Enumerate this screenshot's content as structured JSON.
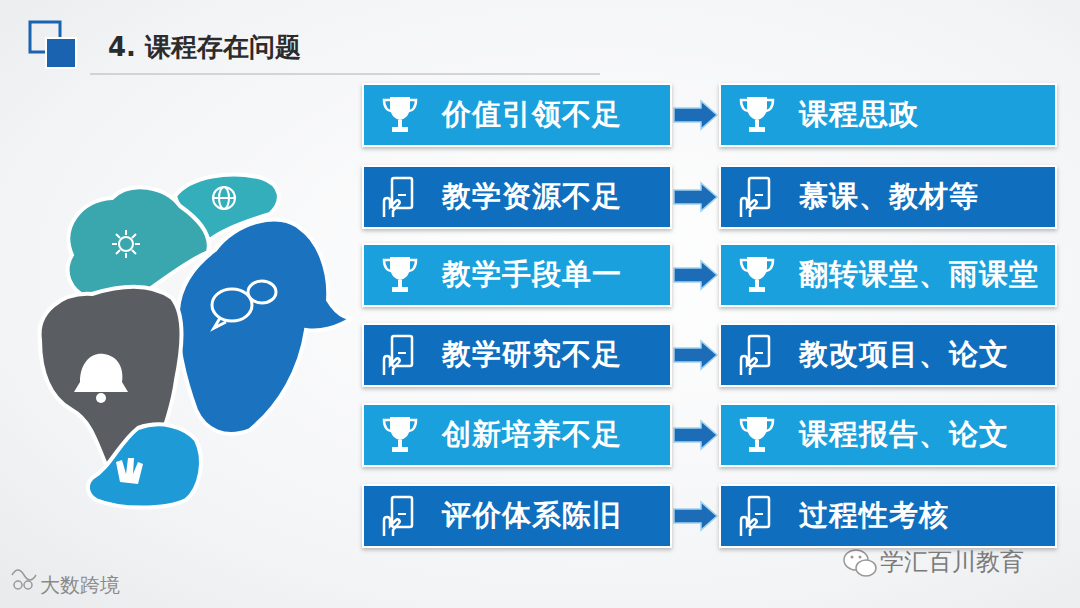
{
  "diagram": {
    "title": "4. 课程存在问题",
    "nodes": [
      {
        "text": [
          "价值引领不足"
        ]
      },
      {
        "text": [
          "课程思政"
        ]
      },
      {
        "text": [
          "教学资源不足"
        ]
      },
      {
        "text": [
          "慕课、教材等"
        ]
      },
      {
        "text": [
          "教学手段单一"
        ]
      },
      {
        "text": [
          "翻转课堂、雨课堂"
        ]
      },
      {
        "text": [
          "教学研究不足"
        ]
      },
      {
        "text": [
          "教改项目、论文"
        ]
      },
      {
        "text": [
          "创新培养不足"
        ]
      },
      {
        "text": [
          "课程报告、论文"
        ]
      },
      {
        "text": [
          "评价体系陈旧"
        ]
      },
      {
        "text": [
          "过程性考核"
        ]
      }
    ],
    "edges": [
      {
        "from": 0,
        "to": 1,
        "arrow": "to"
      },
      {
        "from": 2,
        "to": 3,
        "arrow": "to"
      },
      {
        "from": 4,
        "to": 5,
        "arrow": "to"
      },
      {
        "from": 6,
        "to": 7,
        "arrow": "to"
      },
      {
        "from": 8,
        "to": 9,
        "arrow": "to"
      },
      {
        "from": 10,
        "to": 11,
        "arrow": "to"
      }
    ],
    "labels": [
      "大数跨境",
      "学汇百川教育"
    ]
  }
}
